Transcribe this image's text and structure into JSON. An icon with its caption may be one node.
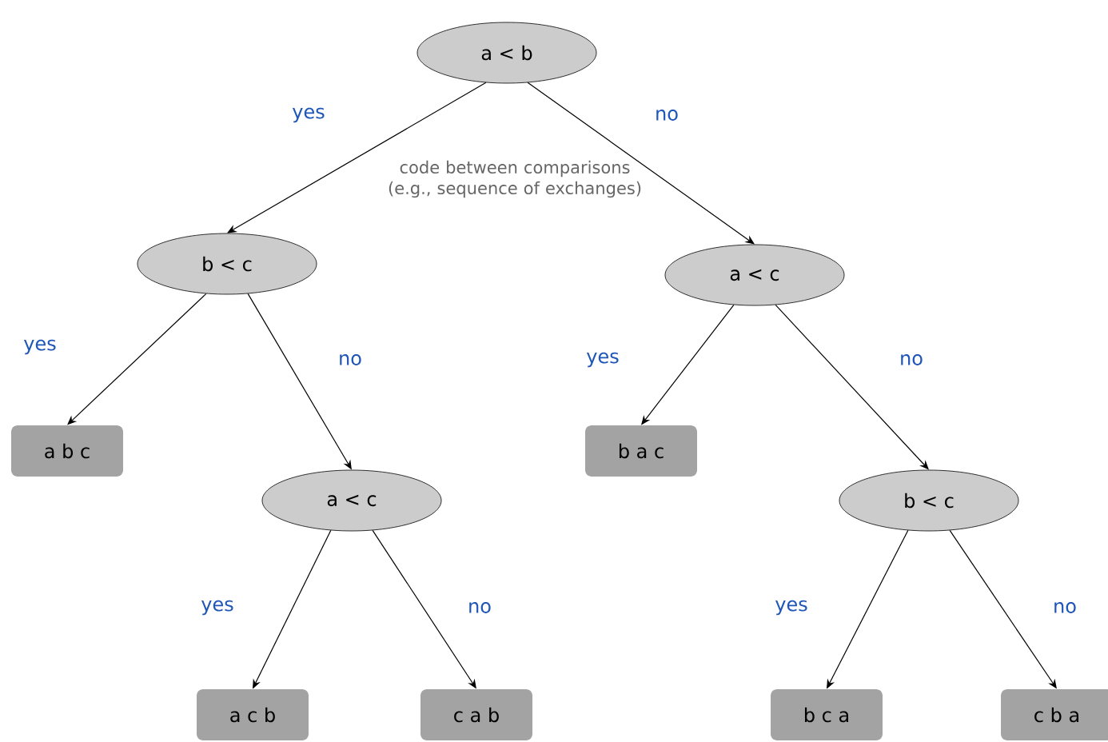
{
  "diagram": {
    "nodes": [
      {
        "text": [
          "a < b"
        ]
      },
      {
        "text": [
          "b < c"
        ]
      },
      {
        "text": [
          "a < c"
        ]
      },
      {
        "text": [
          "a b c"
        ]
      },
      {
        "text": [
          "a < c"
        ]
      },
      {
        "text": [
          "b a c"
        ]
      },
      {
        "text": [
          "b < c"
        ]
      },
      {
        "text": [
          "a c b"
        ]
      },
      {
        "text": [
          "c a b"
        ]
      },
      {
        "text": [
          "b c a"
        ]
      },
      {
        "text": [
          "c b a"
        ]
      }
    ],
    "edges": [
      {
        "from": 0,
        "to": 1,
        "arrow": "to",
        "label": "yes"
      },
      {
        "from": 0,
        "to": 2,
        "arrow": "to",
        "label": "no"
      },
      {
        "from": 1,
        "to": 3,
        "arrow": "to",
        "label": "yes"
      },
      {
        "from": 1,
        "to": 4,
        "arrow": "to",
        "label": "no"
      },
      {
        "from": 2,
        "to": 5,
        "arrow": "to",
        "label": "yes"
      },
      {
        "from": 2,
        "to": 6,
        "arrow": "to",
        "label": "no"
      },
      {
        "from": 4,
        "to": 7,
        "arrow": "to",
        "label": "yes"
      },
      {
        "from": 4,
        "to": 8,
        "arrow": "to",
        "label": "no"
      },
      {
        "from": 6,
        "to": 9,
        "arrow": "to",
        "label": "yes"
      },
      {
        "from": 6,
        "to": 10,
        "arrow": "to",
        "label": "no"
      }
    ],
    "labels": [
      "code between comparisons (e.g., sequence of exchanges)"
    ]
  }
}
